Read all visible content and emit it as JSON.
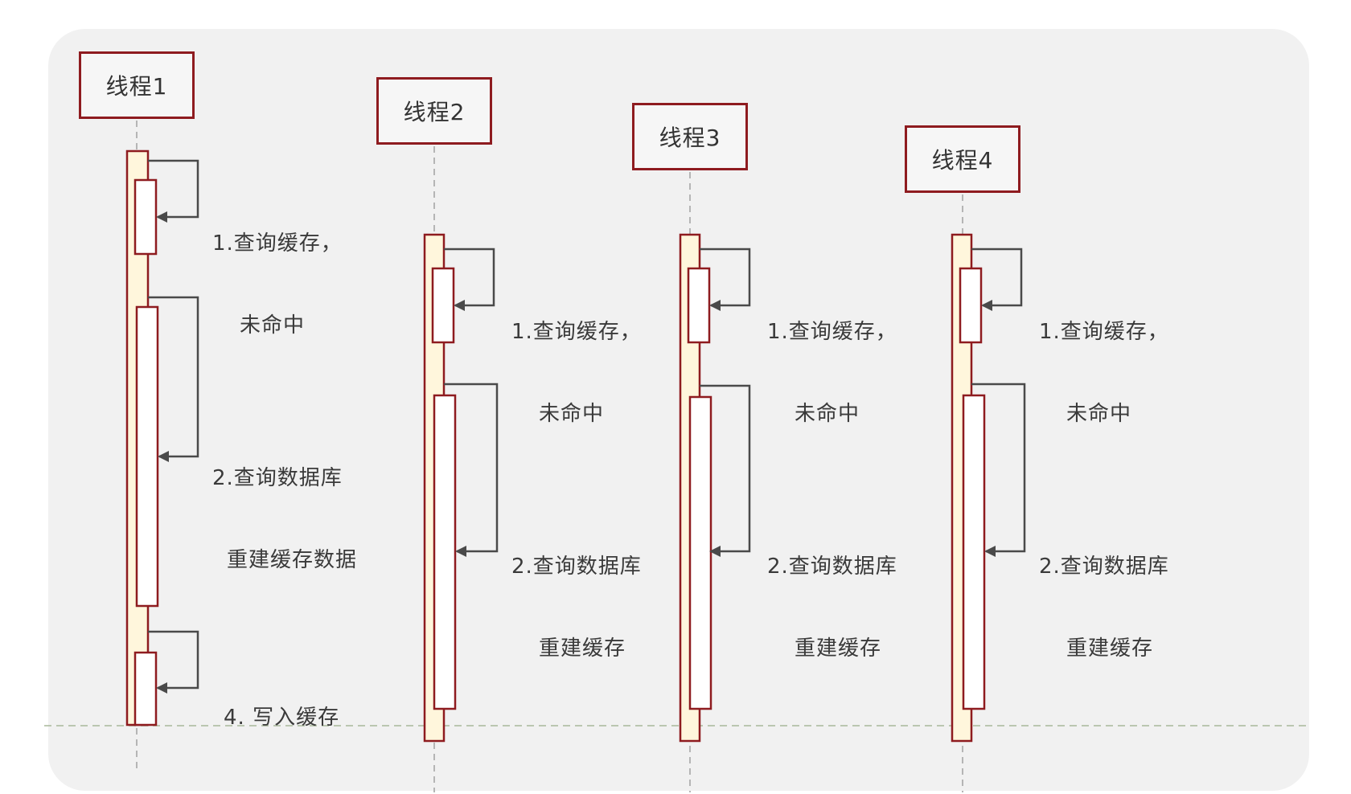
{
  "threads": [
    {
      "label": "线程1",
      "steps": [
        {
          "line1": "1.查询缓存，",
          "line2": "未命中"
        },
        {
          "line1": "2.查询数据库",
          "line2": "重建缓存数据"
        },
        {
          "line1": "4. 写入缓存",
          "line2": ""
        }
      ]
    },
    {
      "label": "线程2",
      "steps": [
        {
          "line1": "1.查询缓存，",
          "line2": "未命中"
        },
        {
          "line1": "2.查询数据库",
          "line2": "重建缓存"
        }
      ]
    },
    {
      "label": "线程3",
      "steps": [
        {
          "line1": "1.查询缓存，",
          "line2": "未命中"
        },
        {
          "line1": "2.查询数据库",
          "line2": "重建缓存"
        }
      ]
    },
    {
      "label": "线程4",
      "steps": [
        {
          "line1": "1.查询缓存，",
          "line2": "未命中"
        },
        {
          "line1": "2.查询数据库",
          "line2": "重建缓存"
        }
      ]
    }
  ],
  "colors": {
    "box_border": "#8e1b1f",
    "activation_outer": "#fff6dc",
    "activation_inner": "#ffffff",
    "arrow": "#4a4a4a",
    "lifeline": "#b5b5b5",
    "divider": "#a8b89a"
  }
}
